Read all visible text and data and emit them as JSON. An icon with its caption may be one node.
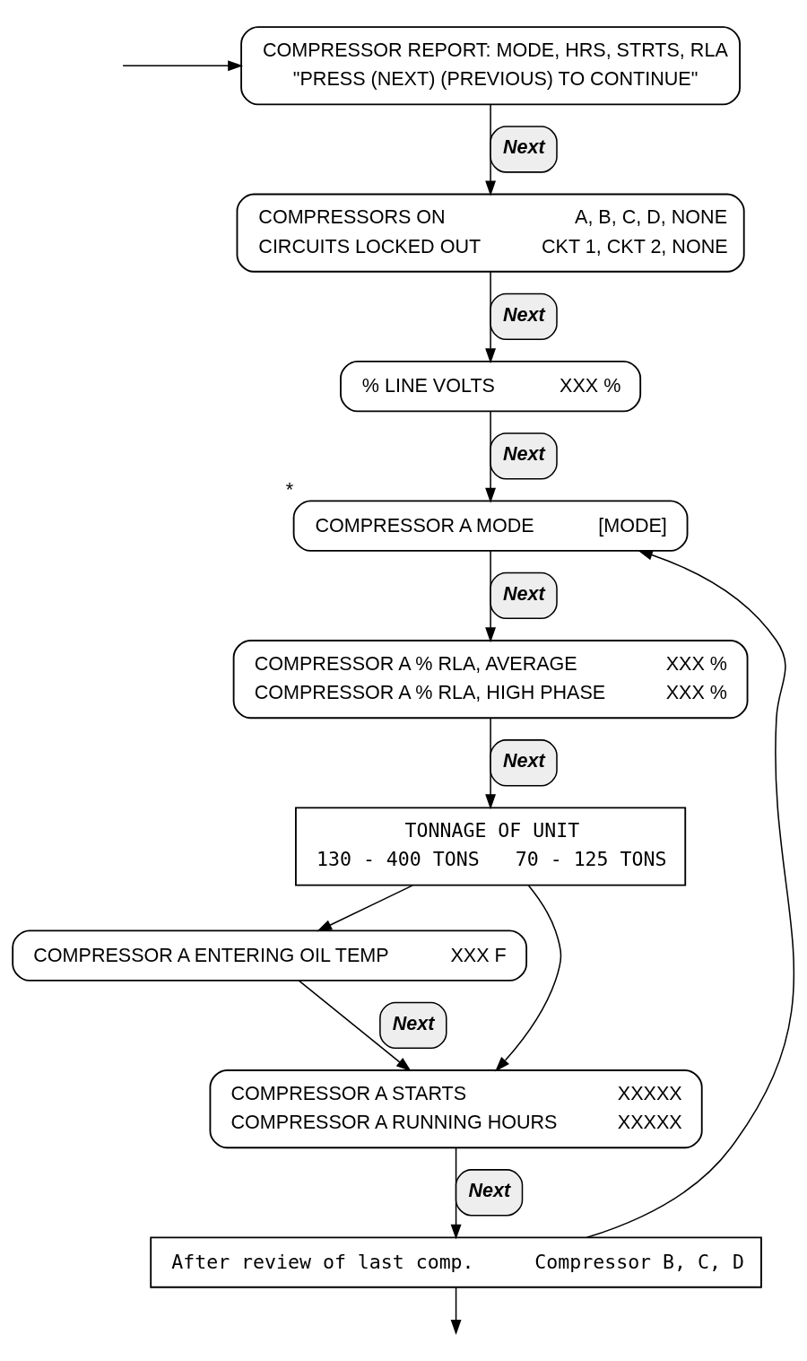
{
  "diagram": {
    "nodes": [
      {
        "text": [
          "COMPRESSOR REPORT: MODE, HRS, STRTS, RLA",
          "\"PRESS (NEXT) (PREVIOUS) TO CONTINUE\""
        ]
      },
      {
        "text": [
          "COMPRESSORS ON",
          "A, B, C, D, NONE",
          "CIRCUITS LOCKED OUT",
          "CKT 1, CKT 2, NONE"
        ]
      },
      {
        "text": [
          "% LINE VOLTS",
          "XXX %"
        ]
      },
      {
        "text": [
          "COMPRESSOR A MODE",
          "[MODE]"
        ],
        "beside": [
          "*"
        ]
      },
      {
        "text": [
          "COMPRESSOR A % RLA, AVERAGE",
          "XXX %",
          "COMPRESSOR A % RLA, HIGH PHASE",
          "XXX %"
        ]
      },
      {
        "text": [
          "TONNAGE OF UNIT",
          "130 - 400 TONS",
          "70 - 125 TONS"
        ]
      },
      {
        "text": [
          "COMPRESSOR A ENTERING OIL TEMP",
          "XXX F"
        ]
      },
      {
        "text": [
          "COMPRESSOR A STARTS",
          "XXXXX",
          "COMPRESSOR A RUNNING HOURS",
          "XXXXX"
        ]
      },
      {
        "text": [
          "After review of last comp.",
          "Compressor B, C, D"
        ]
      }
    ],
    "edges": [
      {
        "from": null,
        "to": 0,
        "arrow": "to"
      },
      {
        "from": 0,
        "to": 1,
        "arrow": "to",
        "label": "Next"
      },
      {
        "from": 1,
        "to": 2,
        "arrow": "to",
        "label": "Next"
      },
      {
        "from": 2,
        "to": 3,
        "arrow": "to",
        "label": "Next"
      },
      {
        "from": 3,
        "to": 4,
        "arrow": "to",
        "label": "Next"
      },
      {
        "from": 4,
        "to": 5,
        "arrow": "to",
        "label": "Next"
      },
      {
        "from": 5,
        "to": 6,
        "arrow": "to"
      },
      {
        "from": 5,
        "to": 7,
        "arrow": "to"
      },
      {
        "from": 6,
        "to": 7,
        "arrow": "to",
        "label": "Next"
      },
      {
        "from": 7,
        "to": 8,
        "arrow": "to",
        "label": "Next"
      },
      {
        "from": 8,
        "to": 3,
        "arrow": "to"
      },
      {
        "from": 8,
        "to": null,
        "arrow": "to"
      }
    ]
  }
}
